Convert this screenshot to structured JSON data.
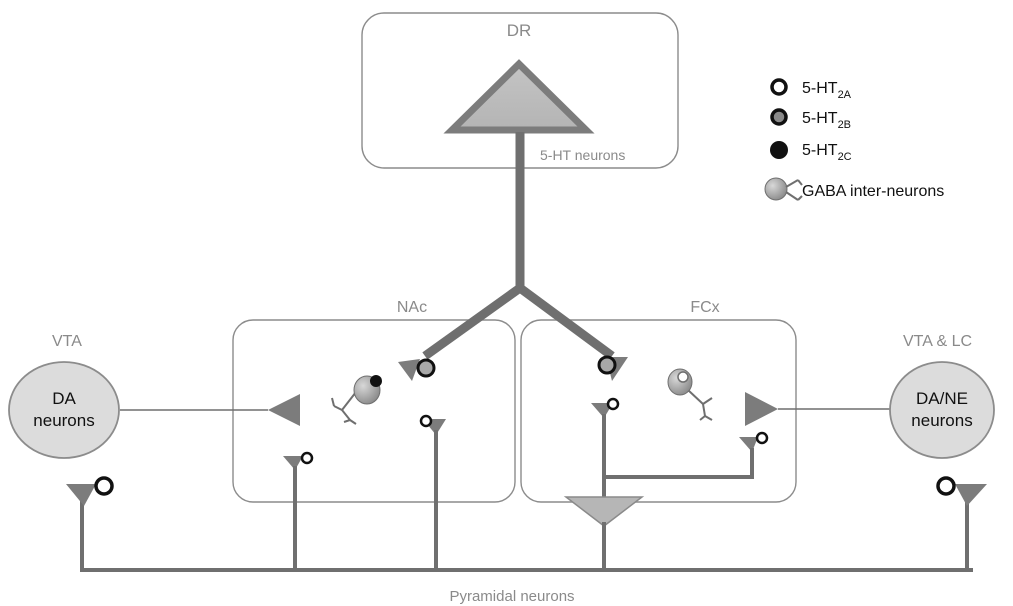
{
  "regions": {
    "dr": {
      "label": "DR",
      "sublabel": "5-HT neurons"
    },
    "nac": {
      "label": "NAc"
    },
    "fcx": {
      "label": "FCx"
    },
    "vta": {
      "label": "VTA",
      "node_lines": [
        "DA",
        "neurons"
      ]
    },
    "vta_lc": {
      "label": "VTA & LC",
      "node_lines": [
        "DA/NE",
        "neurons"
      ]
    }
  },
  "legend": {
    "items": [
      {
        "base": "5-HT",
        "sub": "2A",
        "icon": "ring-open-icon"
      },
      {
        "base": "5-HT",
        "sub": "2B",
        "icon": "ring-gray-icon"
      },
      {
        "base": "5-HT",
        "sub": "2C",
        "icon": "ring-black-icon"
      }
    ],
    "gaba_label": "GABA inter-neurons"
  },
  "footer": {
    "label": "Pyramidal neurons"
  },
  "colors": {
    "region_border": "#8c8c8c",
    "tract": "#6f6f6f",
    "neuron_fill": "#7c7c7c",
    "light_fill": "#b0b0b0",
    "label": "#8a8a8a"
  }
}
